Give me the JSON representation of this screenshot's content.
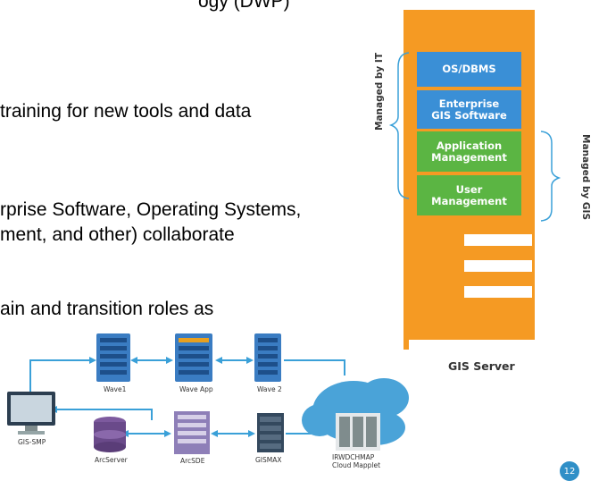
{
  "text": {
    "line1": "ogy (DWP)",
    "line2": "training for new tools and data",
    "line3": "rprise Software, Operating Systems,",
    "line4": "ment, and other) collaborate",
    "line5": "ain and transition roles as"
  },
  "server": {
    "managed_by_it": "Managed by IT",
    "managed_by_gis": "Managed by GIS",
    "layers": [
      "OS/DBMS",
      "Enterprise\nGIS Software",
      "Application\nManagement",
      "User\nManagement"
    ],
    "caption": "GIS Server"
  },
  "network": {
    "nodes": {
      "wave1": "Wave1",
      "wave_app": "Wave App",
      "wave2": "Wave 2",
      "gis_smp": "GIS-SMP",
      "arcserver": "ArcServer",
      "arcsde": "ArcSDE",
      "gismax": "GISMAX",
      "cloud": "IRWDCHMAP\nCloud Mapplet"
    }
  },
  "page_number": "12",
  "colors": {
    "server_orange": "#f59a23",
    "layer_blue": "#3a8fd6",
    "layer_green": "#5bb543",
    "connector_blue": "#3aa0d8"
  }
}
